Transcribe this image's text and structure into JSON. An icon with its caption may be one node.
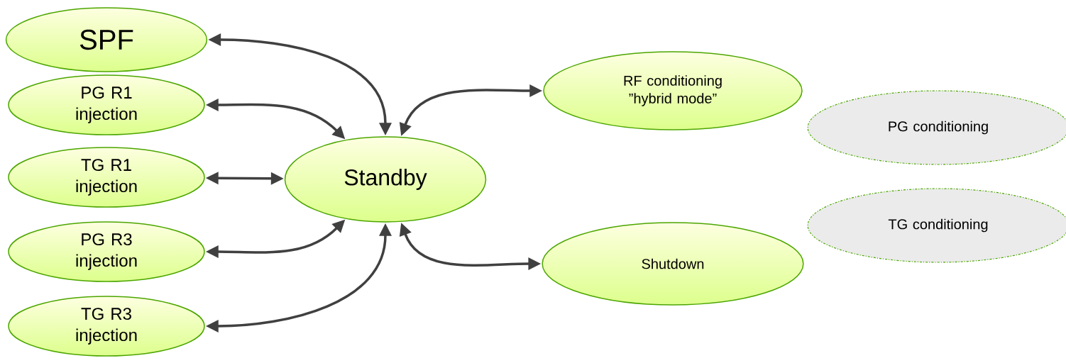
{
  "diagram": {
    "nodes": [
      {
        "text": [
          "SPF"
        ]
      },
      {
        "text": [
          "PG R1 injection"
        ]
      },
      {
        "text": [
          "TG R1 injection"
        ]
      },
      {
        "text": [
          "PG R3 injection"
        ]
      },
      {
        "text": [
          "TG R3 injection"
        ]
      },
      {
        "text": [
          "Standby"
        ]
      },
      {
        "text": [
          "RF conditioning ”hybrid mode”"
        ]
      },
      {
        "text": [
          "PG conditioning"
        ]
      },
      {
        "text": [
          "TG conditioning"
        ]
      },
      {
        "text": [
          "Shutdown"
        ]
      }
    ],
    "edges": [
      {
        "from": 0,
        "to": 5,
        "arrow": "both"
      },
      {
        "from": 1,
        "to": 5,
        "arrow": "both"
      },
      {
        "from": 2,
        "to": 5,
        "arrow": "both"
      },
      {
        "from": 3,
        "to": 5,
        "arrow": "both"
      },
      {
        "from": 4,
        "to": 5,
        "arrow": "both"
      },
      {
        "from": 5,
        "to": 6,
        "arrow": "both"
      },
      {
        "from": 5,
        "to": 9,
        "arrow": "both"
      }
    ]
  }
}
